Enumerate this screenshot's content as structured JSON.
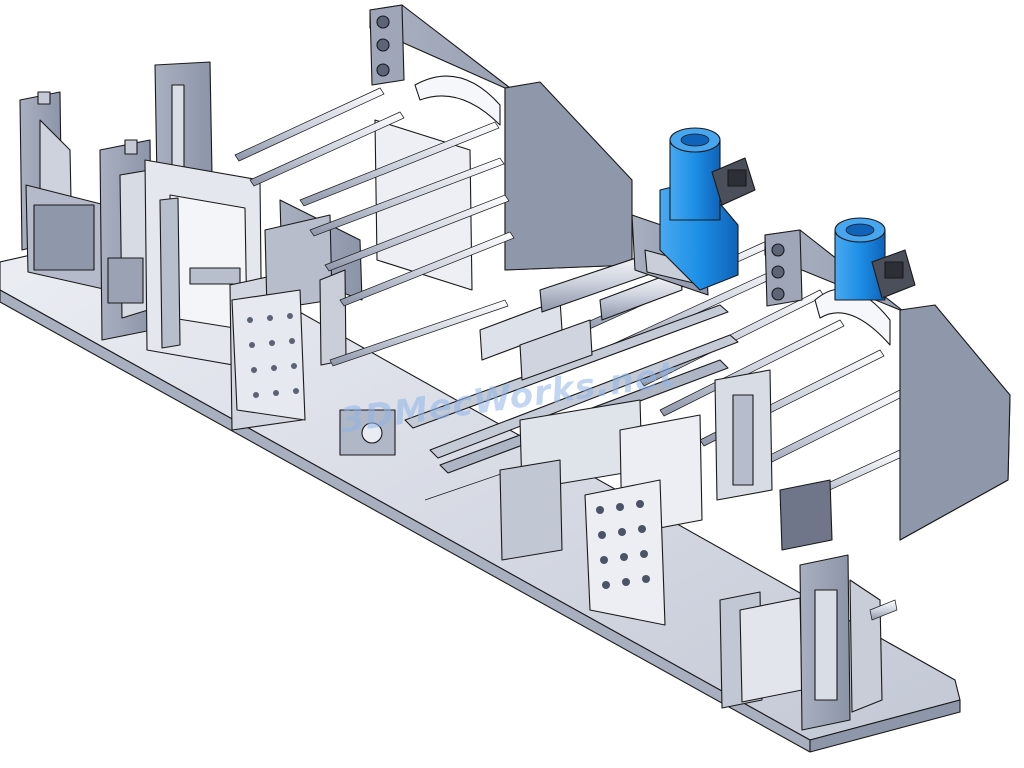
{
  "watermark": {
    "text": "3DMecWorks.net"
  },
  "colors": {
    "background": "#ffffff",
    "metal_light": "#dfe2ea",
    "metal_mid": "#b9bfcd",
    "metal_dark": "#9098ab",
    "motor_blue": "#1d8fe6",
    "motor_blue_dark": "#0f63b8",
    "outline": "#1a1a1a"
  },
  "parts": [
    "base-plate",
    "side-frame-left",
    "side-frame-right",
    "servo-motor-1",
    "servo-motor-2",
    "guide-rods",
    "linear-rails",
    "perforated-plates",
    "pneumatic-modules"
  ]
}
